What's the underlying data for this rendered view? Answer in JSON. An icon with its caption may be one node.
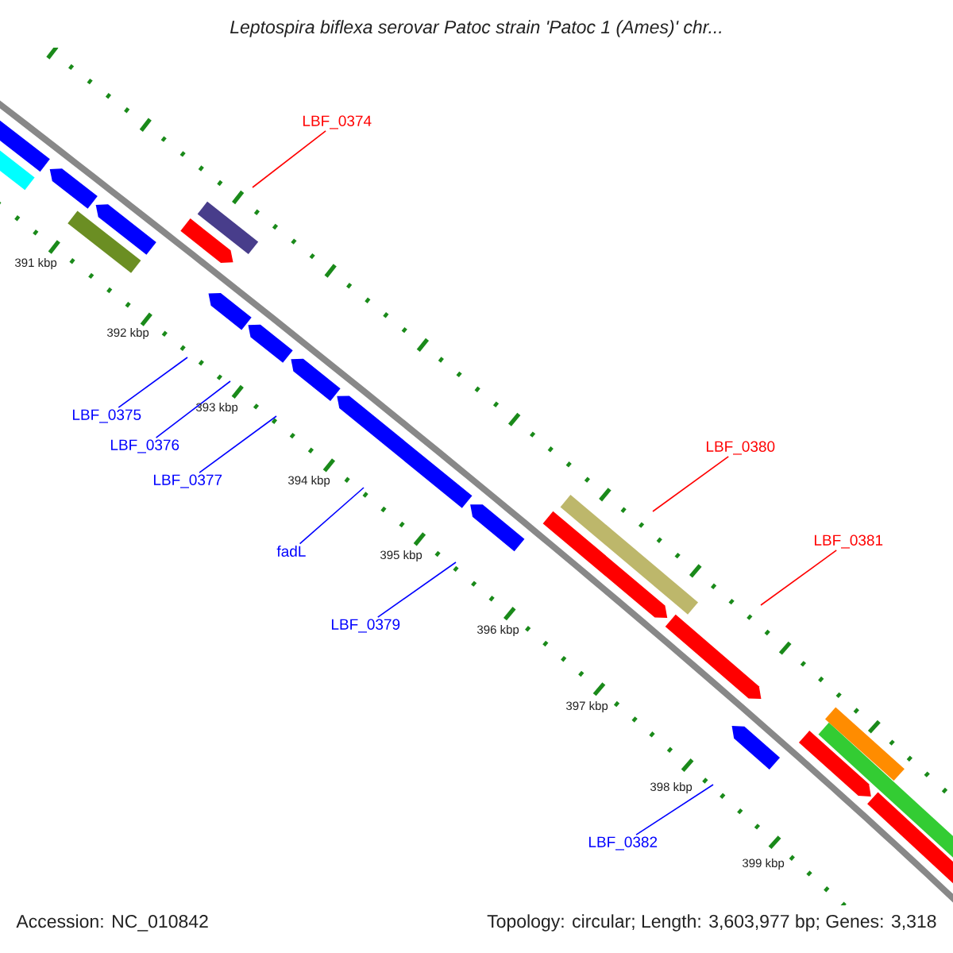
{
  "diagram": {
    "title": "Leptospira biflexa serovar Patoc strain 'Patoc 1 (Ames)' chr...",
    "nodes": [
      {
        "text": [
          "LBF_0374"
        ]
      },
      {
        "text": [
          "LBF_0375"
        ]
      },
      {
        "text": [
          "LBF_0376"
        ]
      },
      {
        "text": [
          "LBF_0377"
        ]
      },
      {
        "text": [
          "fadL"
        ]
      },
      {
        "text": [
          "LBF_0379"
        ]
      },
      {
        "text": [
          "LBF_0380"
        ]
      },
      {
        "text": [
          "LBF_0381"
        ]
      },
      {
        "text": [
          "LBF_0382"
        ]
      }
    ],
    "edges": [
      {
        "from": 0,
        "to": null,
        "arrow": "none",
        "color": "#ff0000"
      },
      {
        "from": 1,
        "to": null,
        "arrow": "none"
      },
      {
        "from": 2,
        "to": null,
        "arrow": "none"
      },
      {
        "from": 3,
        "to": null,
        "arrow": "none"
      },
      {
        "from": 4,
        "to": null,
        "arrow": "none"
      },
      {
        "from": 5,
        "to": null,
        "arrow": "none"
      },
      {
        "from": 6,
        "to": null,
        "arrow": "none",
        "color": "#ff0000"
      },
      {
        "from": 7,
        "to": null,
        "arrow": "none",
        "color": "#ff0000"
      },
      {
        "from": 8,
        "to": null,
        "arrow": "none"
      }
    ],
    "labels": [
      "391 kbp",
      "392 kbp",
      "393 kbp",
      "394 kbp",
      "395 kbp",
      "396 kbp",
      "397 kbp",
      "398 kbp",
      "399 kbp",
      "Accession: NC_010842",
      "Topology: circular; Length: 3,603,977 bp; Genes: 3,318"
    ]
  }
}
